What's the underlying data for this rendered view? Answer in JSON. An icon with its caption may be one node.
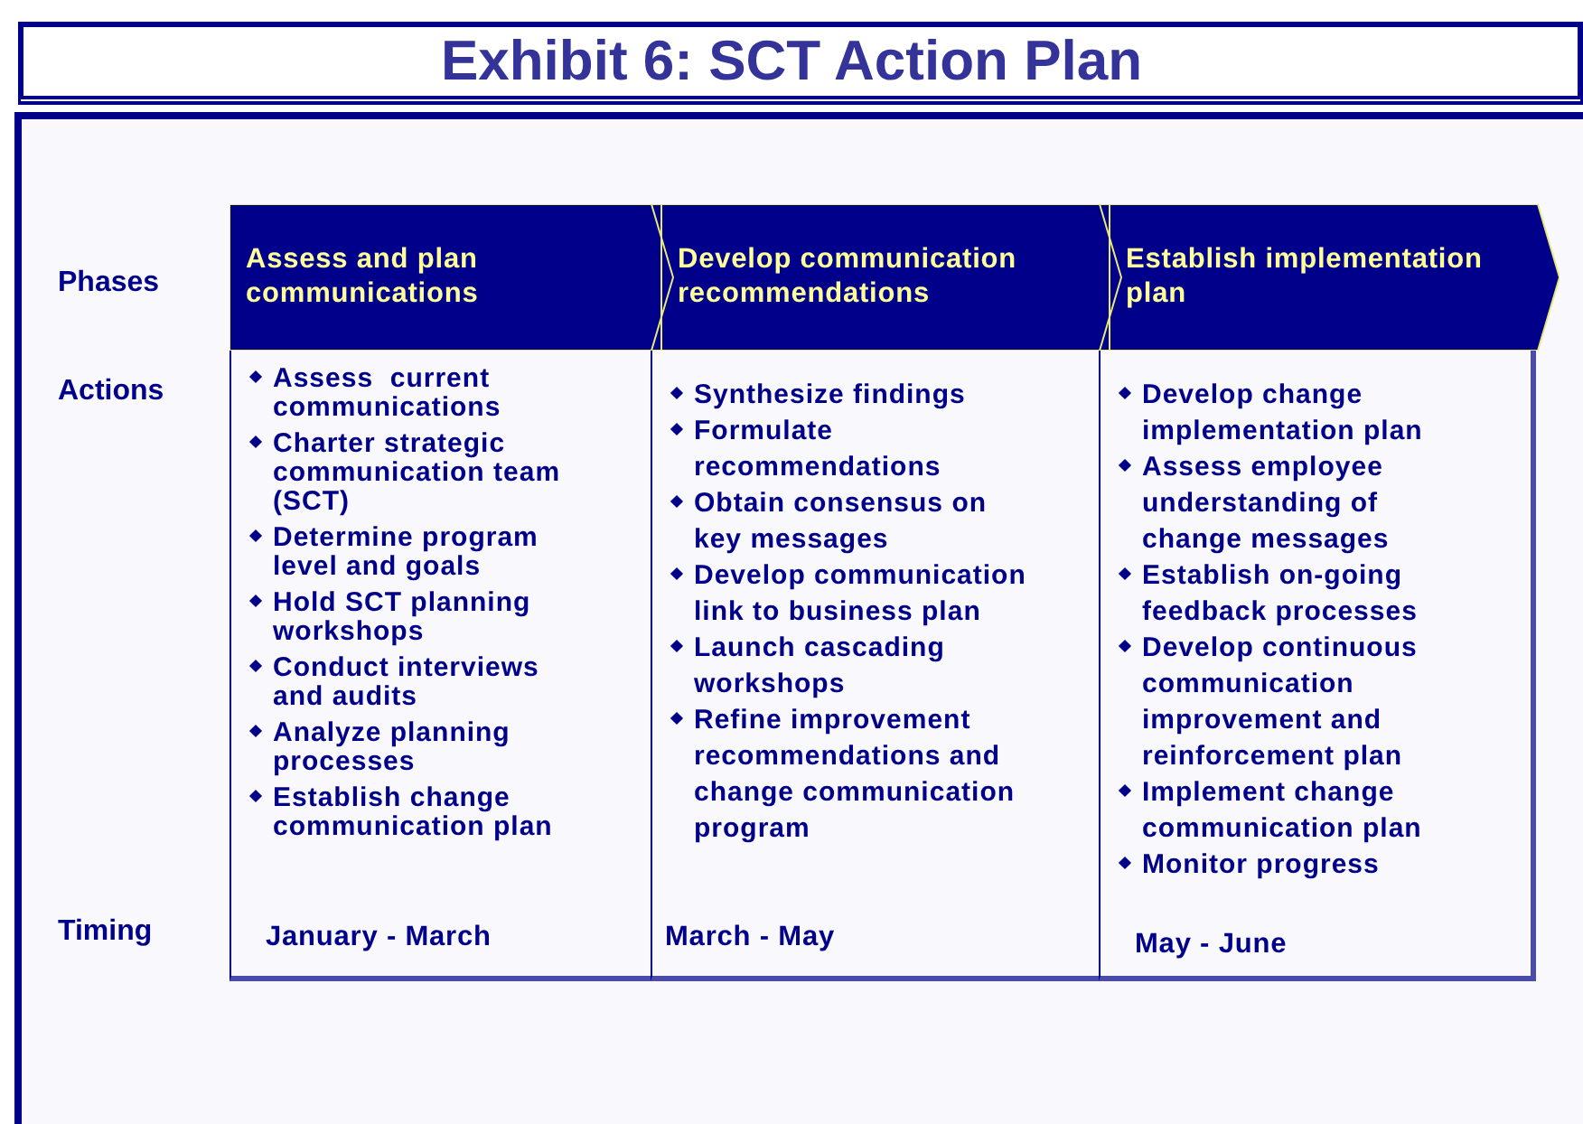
{
  "diagram": {
    "title": "Exhibit 6: SCT Action Plan",
    "nodes": [
      {
        "text": [
          "Assess and plan communications"
        ]
      },
      {
        "text": [
          "Develop communication recommendations"
        ]
      },
      {
        "text": [
          "Establish implementation plan"
        ]
      },
      {
        "text": [
          "Assess  current communications",
          "Charter strategic communication team (SCT)",
          "Determine program level and goals",
          "Hold SCT planning workshops",
          "Conduct interviews and audits",
          "Analyze planning processes",
          "Establish change communication plan",
          "January - March"
        ]
      },
      {
        "text": [
          "Synthesize findings",
          "Formulate recommendations",
          "Obtain consensus on key messages",
          "Develop communication link to business plan",
          "Launch cascading workshops",
          "Refine improvement recommendations and change communication program",
          "March - May"
        ]
      },
      {
        "text": [
          "Develop change implementation plan",
          "Assess employee understanding of change messages",
          "Establish on-going feedback processes",
          "Develop continuous communication improvement and reinforcement plan",
          "Implement change communication plan",
          "Monitor progress",
          "May - June"
        ]
      }
    ],
    "labels": [
      "Phases",
      "Actions",
      "Timing"
    ]
  }
}
